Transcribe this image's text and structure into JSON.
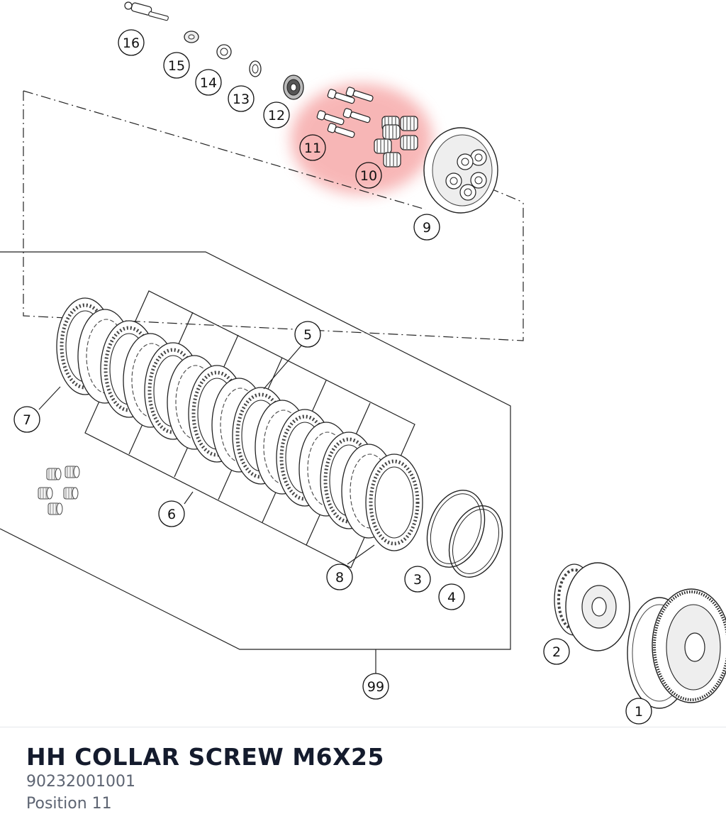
{
  "part": {
    "name": "HH COLLAR SCREW M6X25",
    "number": "90232001001",
    "position_text": "Position 11"
  },
  "highlight": {
    "position": "11",
    "color": "#f27c7c"
  },
  "callouts": [
    {
      "label": "16"
    },
    {
      "label": "15"
    },
    {
      "label": "14"
    },
    {
      "label": "13"
    },
    {
      "label": "12"
    },
    {
      "label": "11"
    },
    {
      "label": "10"
    },
    {
      "label": "9"
    },
    {
      "label": "5"
    },
    {
      "label": "7"
    },
    {
      "label": "6"
    },
    {
      "label": "8"
    },
    {
      "label": "3"
    },
    {
      "label": "4"
    },
    {
      "label": "2"
    },
    {
      "label": "99"
    },
    {
      "label": "1"
    }
  ]
}
